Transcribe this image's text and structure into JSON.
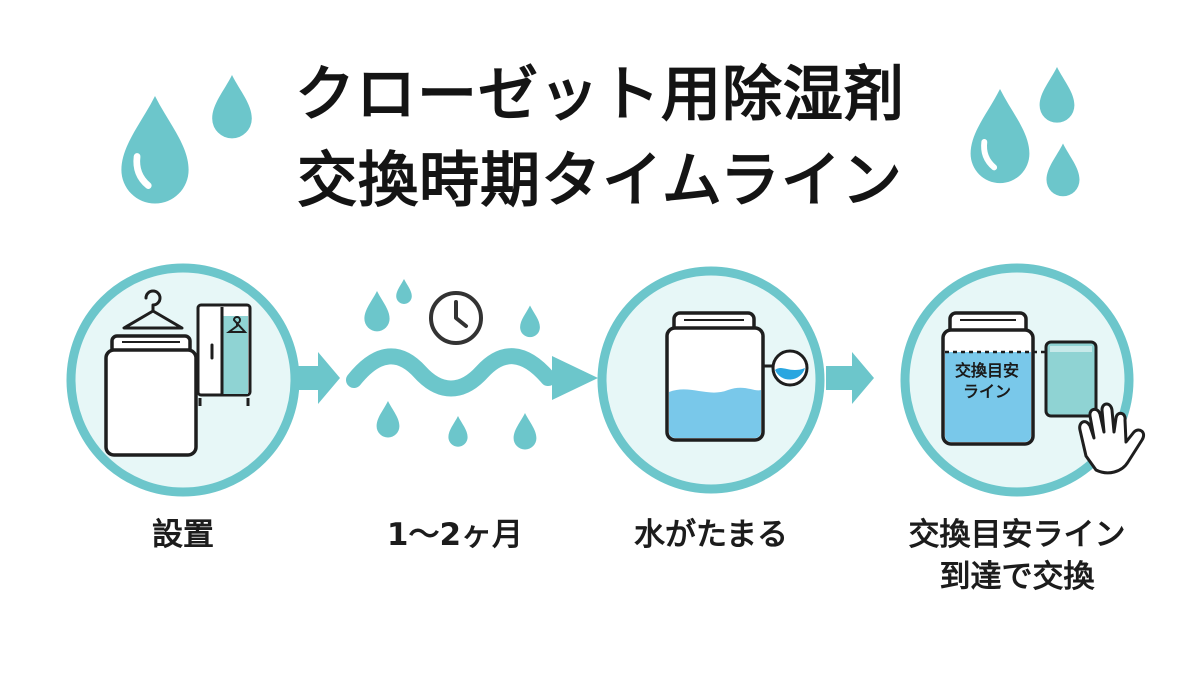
{
  "title": {
    "line1": "クローゼット用除湿剤",
    "line2": "交換時期タイムライン"
  },
  "steps": [
    {
      "label": "設置"
    },
    {
      "label": "1〜2ヶ月"
    },
    {
      "label": "水がたまる"
    },
    {
      "label_line1": "交換目安ライン",
      "label_line2": "到達で交換"
    }
  ],
  "container_marking": {
    "line1": "交換目安",
    "line2": "ライン"
  },
  "colors": {
    "accent_teal": "#6cc6cb",
    "circle_fill": "#e7f7f7",
    "water_blue": "#79c8ea",
    "outline": "#1e1e1e"
  },
  "icons": [
    "water-drop-icon",
    "hanger-icon",
    "wardrobe-icon",
    "clock-icon",
    "wave-icon",
    "arrow-right-icon",
    "hand-icon",
    "dehumidifier-container-icon"
  ]
}
